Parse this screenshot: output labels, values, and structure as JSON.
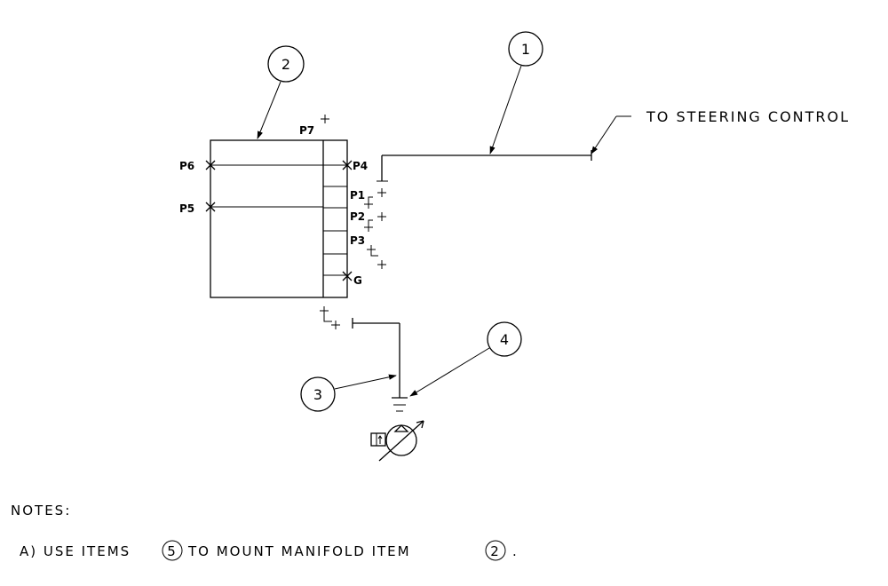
{
  "diagram": {
    "balloons": {
      "item1": "1",
      "item2": "2",
      "item3": "3",
      "item4": "4"
    },
    "callout": "TO STEERING CONTROL",
    "ports": {
      "p1": "P1",
      "p2": "P2",
      "p3": "P3",
      "p4": "P4",
      "p5": "P5",
      "p6": "P6",
      "p7": "P7",
      "g": "G"
    }
  },
  "notes": {
    "heading": "NOTES:",
    "note_a": {
      "prefix": "A) USE ITEMS",
      "ref1": "5",
      "middle": "TO MOUNT MANIFOLD ITEM",
      "ref2": "2",
      "suffix": "."
    }
  }
}
